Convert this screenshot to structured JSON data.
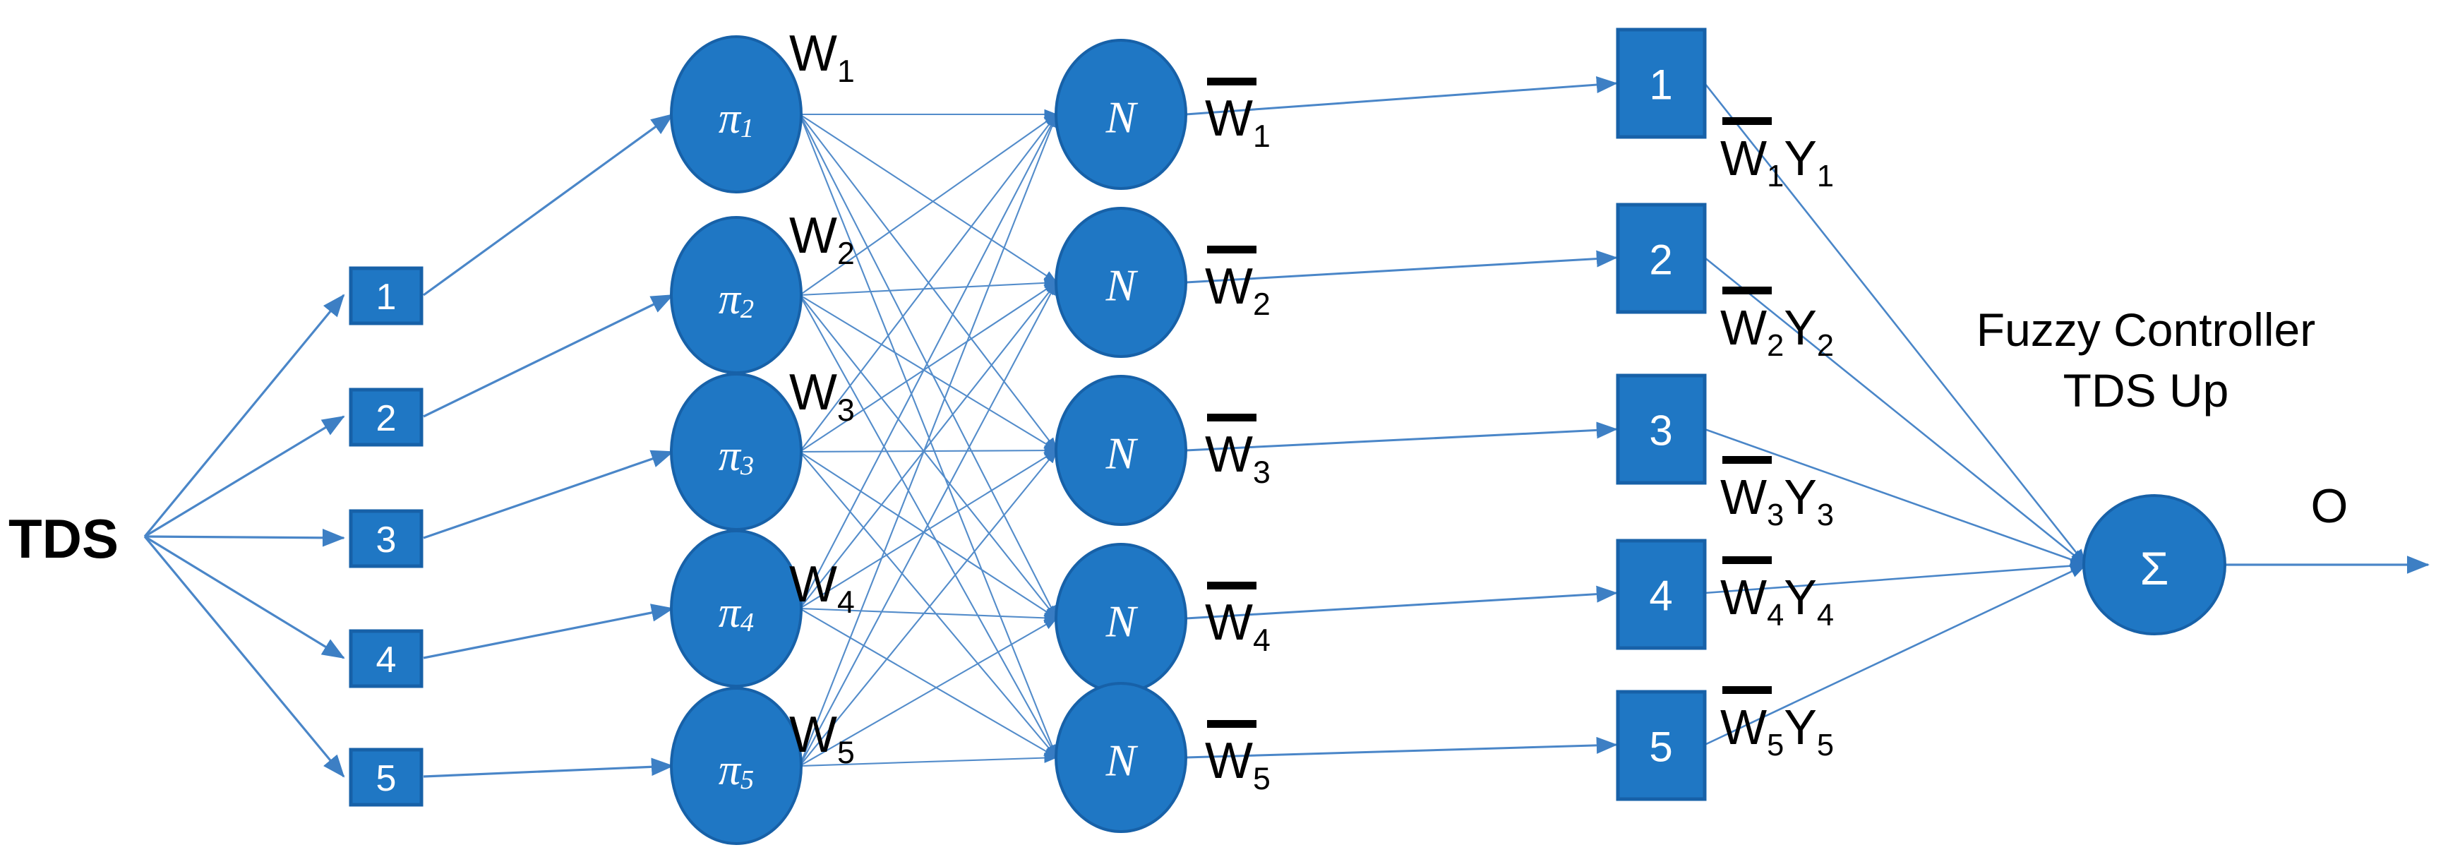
{
  "diagram": {
    "title": "ANFIS Fuzzy Controller Network",
    "colors": {
      "node_fill": "#1F77C4",
      "node_stroke": "#1761A8",
      "edge": "#4A86C8",
      "text": "#000000",
      "node_text": "#FFFFFF",
      "background": "#FFFFFF"
    },
    "input": {
      "label": "TDS"
    },
    "layer1": {
      "name": "input-membership-layer",
      "nodes": [
        {
          "label": "1"
        },
        {
          "label": "2"
        },
        {
          "label": "3"
        },
        {
          "label": "4"
        },
        {
          "label": "5"
        }
      ]
    },
    "layer2": {
      "name": "product-rule-layer",
      "nodes": [
        {
          "label": "π",
          "sub": "1",
          "weight": "W",
          "weight_sub": "1"
        },
        {
          "label": "π",
          "sub": "2",
          "weight": "W",
          "weight_sub": "2"
        },
        {
          "label": "π",
          "sub": "3",
          "weight": "W",
          "weight_sub": "3"
        },
        {
          "label": "π",
          "sub": "4",
          "weight": "W",
          "weight_sub": "4"
        },
        {
          "label": "π",
          "sub": "5",
          "weight": "W",
          "weight_sub": "5"
        }
      ]
    },
    "layer3": {
      "name": "normalization-layer",
      "nodes": [
        {
          "label": "N",
          "weight": "W",
          "weight_sub": "1",
          "overline": true
        },
        {
          "label": "N",
          "weight": "W",
          "weight_sub": "2",
          "overline": true
        },
        {
          "label": "N",
          "weight": "W",
          "weight_sub": "3",
          "overline": true
        },
        {
          "label": "N",
          "weight": "W",
          "weight_sub": "4",
          "overline": true
        },
        {
          "label": "N",
          "weight": "W",
          "weight_sub": "5",
          "overline": true
        }
      ]
    },
    "layer4": {
      "name": "defuzzification-layer",
      "nodes": [
        {
          "label": "1",
          "out_w": "W",
          "out_w_sub": "1",
          "out_y": "Y",
          "out_y_sub": "1"
        },
        {
          "label": "2",
          "out_w": "W",
          "out_w_sub": "2",
          "out_y": "Y",
          "out_y_sub": "2"
        },
        {
          "label": "3",
          "out_w": "W",
          "out_w_sub": "3",
          "out_y": "Y",
          "out_y_sub": "3"
        },
        {
          "label": "4",
          "out_w": "W",
          "out_w_sub": "4",
          "out_y": "Y",
          "out_y_sub": "4"
        },
        {
          "label": "5",
          "out_w": "W",
          "out_w_sub": "5",
          "out_y": "Y",
          "out_y_sub": "5"
        }
      ]
    },
    "layer5": {
      "name": "summation-layer",
      "node_label": "Σ",
      "caption_line1": "Fuzzy Controller",
      "caption_line2": "TDS Up",
      "output_label": "O"
    }
  }
}
